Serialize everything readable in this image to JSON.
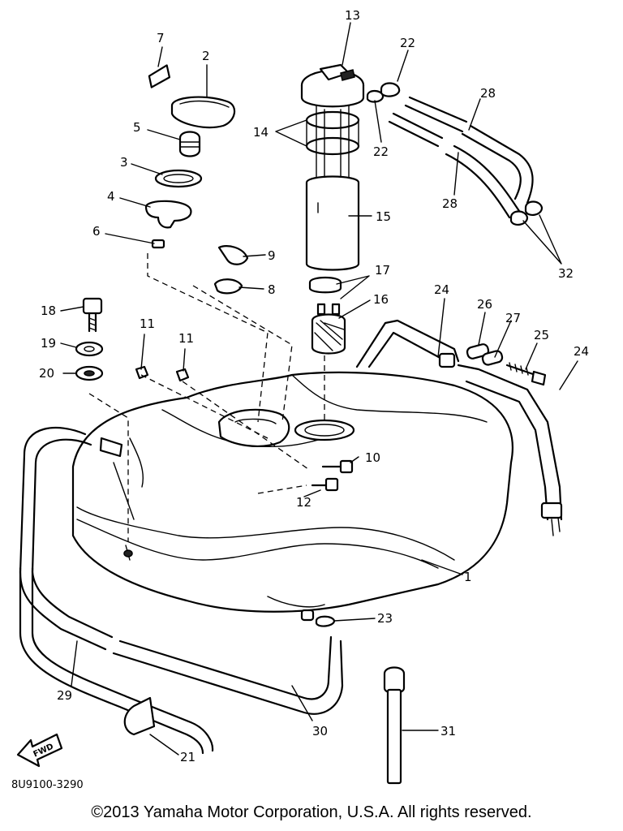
{
  "labels": {
    "p1": "1",
    "p2": "2",
    "p3": "3",
    "p4": "4",
    "p5": "5",
    "p6": "6",
    "p7": "7",
    "p8": "8",
    "p9": "9",
    "p10": "10",
    "p11a": "11",
    "p11b": "11",
    "p12": "12",
    "p13": "13",
    "p14": "14",
    "p15": "15",
    "p16": "16",
    "p17": "17",
    "p18": "18",
    "p19": "19",
    "p20": "20",
    "p21": "21",
    "p22a": "22",
    "p22b": "22",
    "p23": "23",
    "p24a": "24",
    "p24b": "24",
    "p25": "25",
    "p26": "26",
    "p27": "27",
    "p28a": "28",
    "p28b": "28",
    "p29": "29",
    "p30": "30",
    "p31": "31",
    "p32": "32"
  },
  "fwd_label": "FWD",
  "part_code": "8U9100-3290",
  "copyright": "©2013 Yamaha Motor Corporation, U.S.A. All rights reserved."
}
